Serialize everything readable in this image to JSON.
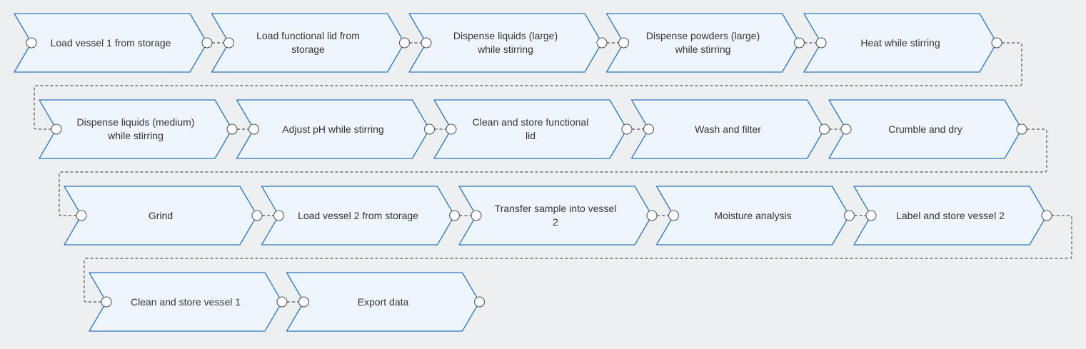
{
  "diagram": {
    "rows": [
      {
        "steps": [
          {
            "label": "Load vessel 1 from storage"
          },
          {
            "label": "Load functional lid from\nstorage"
          },
          {
            "label": "Dispense liquids (large)\nwhile stirring"
          },
          {
            "label": "Dispense powders (large)\nwhile stirring"
          },
          {
            "label": "Heat while stirring"
          }
        ]
      },
      {
        "steps": [
          {
            "label": "Dispense liquids (medium)\nwhile stirring"
          },
          {
            "label": "Adjust pH while stirring"
          },
          {
            "label": "Clean and store functional\nlid"
          },
          {
            "label": "Wash and filter"
          },
          {
            "label": "Crumble and dry"
          }
        ]
      },
      {
        "steps": [
          {
            "label": "Grind"
          },
          {
            "label": "Load vessel 2 from storage"
          },
          {
            "label": "Transfer sample into vessel\n2"
          },
          {
            "label": "Moisture analysis"
          },
          {
            "label": "Label and store vessel 2"
          }
        ]
      },
      {
        "steps": [
          {
            "label": "Clean and store vessel 1"
          },
          {
            "label": "Export data"
          }
        ]
      }
    ]
  },
  "colors": {
    "background": "#eeeff0",
    "step_fill": "#eef5fc",
    "step_border": "#2b78bd",
    "connector": "#505459",
    "text": "#333538"
  }
}
